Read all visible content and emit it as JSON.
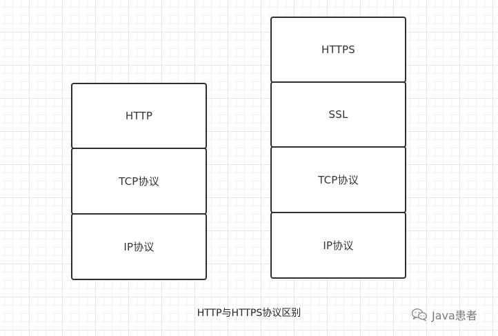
{
  "http_stack": {
    "layers": [
      "HTTP",
      "TCP协议",
      "IP协议"
    ]
  },
  "https_stack": {
    "layers": [
      "HTTPS",
      "SSL",
      "TCP协议",
      "IP协议"
    ]
  },
  "caption": "HTTP与HTTPS协议区别",
  "watermark": {
    "icon": "wechat-icon",
    "text": "Java患者"
  }
}
